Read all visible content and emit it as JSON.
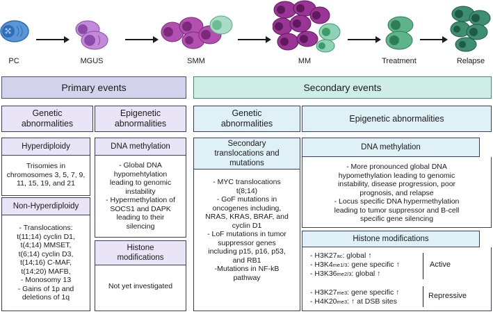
{
  "colors": {
    "pc": "#3f7ec6",
    "mgus": "#b67ad3",
    "smm": "#b24fb0",
    "mm": "#8f2c8c",
    "treatment": "#3e9a6b",
    "relapse": "#2a7a5f",
    "primary_header_bg": "#d3d3ec",
    "primary_sub_bg": "#e9e4f6",
    "secondary_header_bg": "#cfeee5",
    "secondary_sub_bg": "#dff1f7",
    "border": "#3a3a5a"
  },
  "stages": [
    {
      "label": "PC",
      "icon": "plasma-cell-icon"
    },
    {
      "label": "MGUS",
      "icon": "mgus-cells-icon"
    },
    {
      "label": "SMM",
      "icon": "smm-cells-icon"
    },
    {
      "label": "MM",
      "icon": "mm-cells-icon"
    },
    {
      "label": "Treatment",
      "icon": "treatment-cells-icon"
    },
    {
      "label": "Relapse",
      "icon": "relapse-cells-icon"
    }
  ],
  "primary": {
    "title": "Primary events",
    "genetic_title": "Genetic abnormalities",
    "epigenetic_title": "Epigenetic abnormalities",
    "hyperdiploidy_title": "Hyperdiploidy",
    "hyperdiploidy_text": "Trisomies in chromosomes 3, 5, 7, 9, 11, 15, 19, and 21",
    "nonhyper_title": "Non-Hyperdiploidy",
    "nonhyper_lines": [
      "- Translocations:",
      "t(11;14) cyclin D1,",
      "t(4;14) MMSET,",
      "t(6;14) cyclin D3,",
      "t(14;16) C-MAF,",
      "t(14;20) MAFB,",
      "- Monosomy 13",
      "- Gains of 1p and",
      "deletions of 1q"
    ],
    "dna_title": "DNA methylation",
    "dna_lines": [
      "- Global DNA",
      "hypomehtylation",
      "leading to genomic",
      "instability",
      "- Hypermethylation of",
      "SOCS1 and DAPK",
      "leading to their",
      "silencing"
    ],
    "histone_title": "Histone modifications",
    "histone_text": "Not yet investigated"
  },
  "secondary": {
    "title": "Secondary events",
    "genetic_title": "Genetic abnormalities",
    "epigenetic_title": "Epigenetic abnormalities",
    "trans_title": "Secondary translocations and mutations",
    "trans_lines": [
      "- MYC translocations",
      "t(8;14)",
      "- GoF mutations in",
      "oncogenes including,",
      "NRAS, KRAS, BRAF, and",
      "cyclin D1",
      "- LoF mutations in tumor",
      "suppressor genes",
      "including p15, p16, p53,",
      "and RB1",
      "-Mutations in NF-kB",
      "pathway"
    ],
    "dna_title": "DNA methylation",
    "dna_lines": [
      "- More pronounced global DNA",
      "hypomethylation leading to genomic",
      "instability, disease progression, poor",
      "prognosis, and relapse",
      "- Locus specific DNA hypermethylation",
      "leading to tumor suppressor and B-cell",
      "specific gene silencing"
    ],
    "histone_title": "Histone modifications",
    "active_label": "Active",
    "repressive_label": "Repressive",
    "active_items": [
      {
        "pre": "- H3K27",
        "mod": "ac",
        "post": ": global ↑"
      },
      {
        "pre": "- H3K4",
        "mod": "me1/3",
        "post": ": gene specific ↑"
      },
      {
        "pre": "- H3K36",
        "mod": "me2/3",
        "post": ": global ↑"
      }
    ],
    "repressive_items": [
      {
        "pre": "- H3K27",
        "mod": "me3",
        "post": ": gene specific ↑"
      },
      {
        "pre": "- H4K20",
        "mod": "me3",
        "post": ": ↑ at DSB sites"
      }
    ]
  }
}
